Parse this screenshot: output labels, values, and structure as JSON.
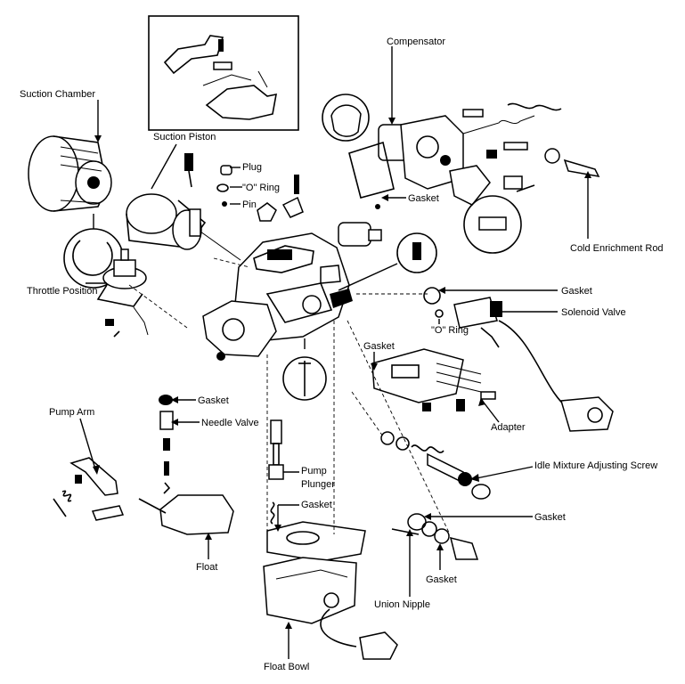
{
  "labels": {
    "compensator": "Compensator",
    "suction_chamber": "Suction Chamber",
    "suction_piston": "Suction Piston",
    "plug": "Plug",
    "o_ring_top": "\"O\" Ring",
    "pin": "Pin",
    "gasket_compensator": "Gasket",
    "cold_enrichment_rod": "Cold Enrichment Rod",
    "throttle_position": "Throttle Position",
    "gasket_solenoid": "Gasket",
    "solenoid_valve": "Solenoid Valve",
    "o_ring_solenoid": "\"O\" Ring",
    "gasket_adapter": "Gasket",
    "adapter": "Adapter",
    "gasket_needle": "Gasket",
    "needle_valve": "Needle Valve",
    "pump_arm": "Pump Arm",
    "pump_plunger": "Pump\nPlunger",
    "idle_mixture_screw": "Idle Mixture Adjusting Screw",
    "gasket_float_bowl": "Gasket",
    "gasket_union_upper": "Gasket",
    "gasket_union_lower": "Gasket",
    "union_nipple": "Union Nipple",
    "float": "Float",
    "float_bowl": "Float Bowl"
  }
}
